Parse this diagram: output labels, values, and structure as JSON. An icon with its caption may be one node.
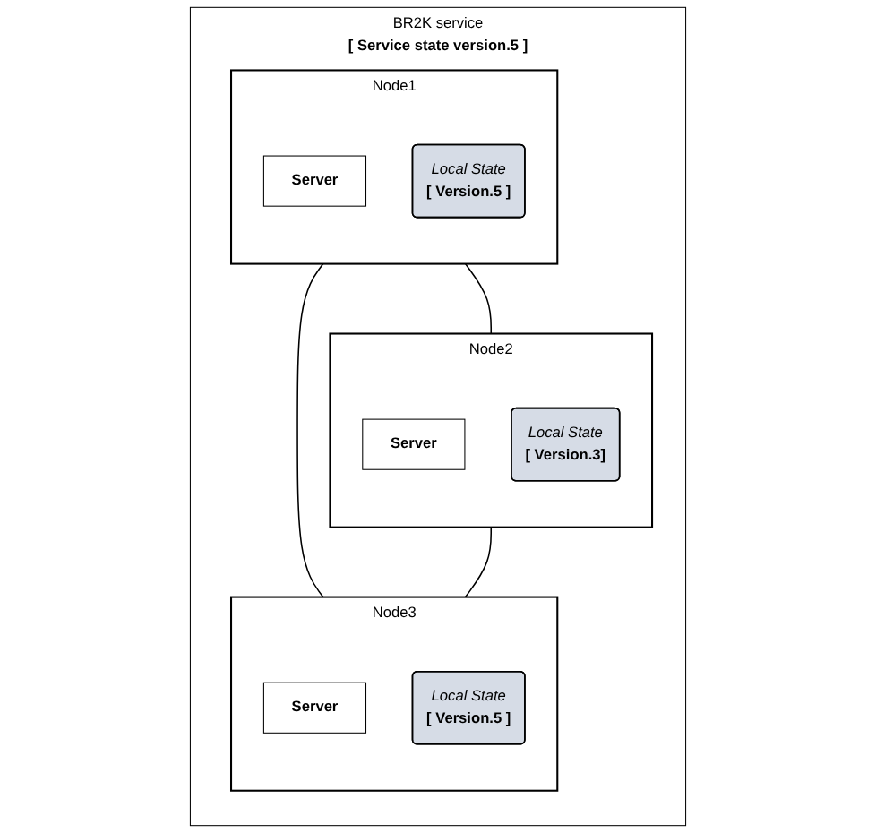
{
  "diagram": {
    "nodes": [
      {
        "text": [
          "BR2K service",
          "[ Service state version.5 ]"
        ]
      },
      {
        "text": [
          "Node1"
        ],
        "in": 0
      },
      {
        "text": [
          "Server"
        ],
        "in": 1
      },
      {
        "text": [
          "Local State",
          "[ Version.5 ]"
        ],
        "in": 1
      },
      {
        "text": [
          "Node3"
        ],
        "in": 0
      },
      {
        "text": [
          "Server"
        ],
        "in": 4
      },
      {
        "text": [
          "Local State",
          "[ Version.5 ]"
        ],
        "in": 4
      },
      {
        "text": [
          "Node2"
        ],
        "in": 0
      },
      {
        "text": [
          "Server"
        ],
        "in": 7
      },
      {
        "text": [
          "Local State",
          "[ Version.3]"
        ],
        "in": 7
      }
    ],
    "edges": [
      {
        "from": 1,
        "to": 4,
        "arrow": "none"
      },
      {
        "from": 1,
        "to": 7,
        "arrow": "none"
      },
      {
        "from": 7,
        "to": 4,
        "arrow": "none"
      }
    ]
  }
}
